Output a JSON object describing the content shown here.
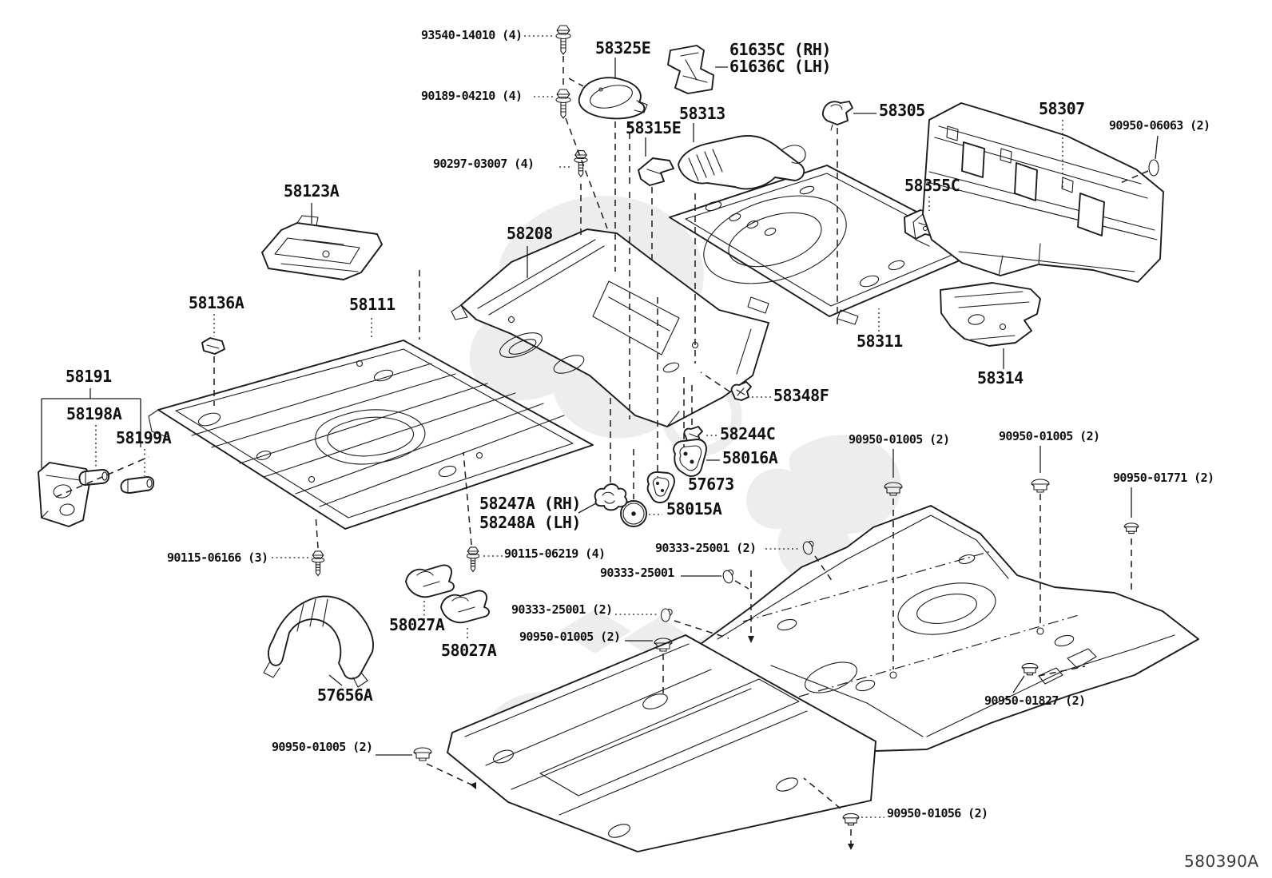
{
  "diagram": {
    "code": "580390A",
    "colors": {
      "background": "#ffffff",
      "line": "#1c1c1c",
      "watermark": "#ededed"
    },
    "labels": [
      "93540-14010 (4)",
      "90189-04210 (4)",
      "58325E",
      "61635C (RH)",
      "61636C (LH)",
      "58313",
      "58315E",
      "58305",
      "58307",
      "90950-06063 (2)",
      "90297-03007 (4)",
      "58123A",
      "58208",
      "58355C",
      "58136A",
      "58111",
      "58191",
      "58198A",
      "58199A",
      "58348F",
      "58244C",
      "58016A",
      "57673",
      "58247A (RH)",
      "58248A (LH)",
      "58015A",
      "90115-06219 (4)",
      "90115-06166 (3)",
      "90333-25001 (2)",
      "90333-25001",
      "90333-25001 (2)",
      "90950-01005 (2)",
      "58027A",
      "58027A",
      "57656A",
      "90950-01005 (2)",
      "58311",
      "58314",
      "90950-01005 (2)",
      "90950-01005 (2)",
      "90950-01771 (2)",
      "90950-01827 (2)",
      "90950-01056 (2)"
    ]
  }
}
